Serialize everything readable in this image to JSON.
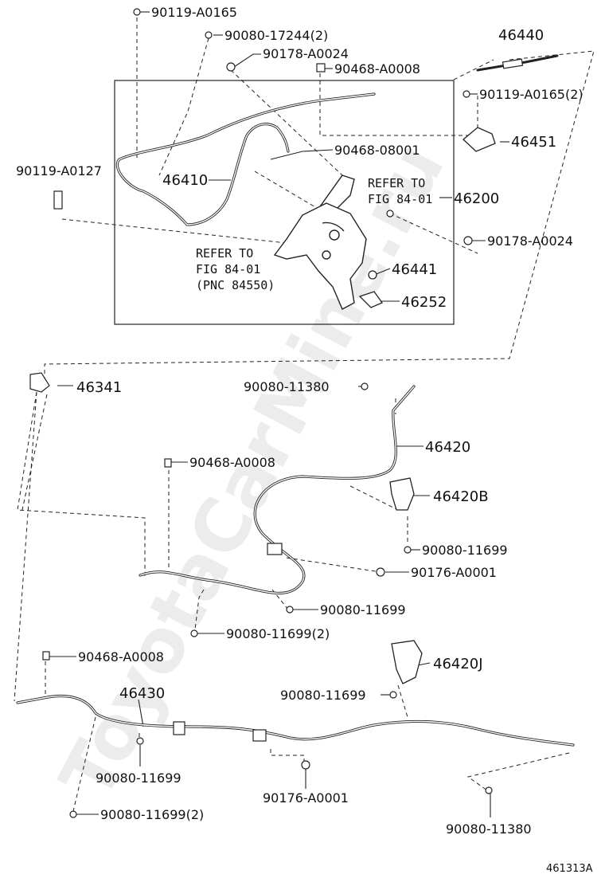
{
  "watermark": "ToyotaCarMine.ru",
  "figure_id": "461313A",
  "parts": {
    "p90119_a0165": "90119-A0165",
    "p90080_17244_2": "90080-17244(2)",
    "p90178_a0024_top": "90178-A0024",
    "p90468_a0008_top": "90468-A0008",
    "p46440": "46440",
    "p90119_a0165_2": "90119-A0165(2)",
    "p46451": "46451",
    "p90468_08001": "90468-08001",
    "p46410": "46410",
    "p46200": "46200",
    "p90119_a0127": "90119-A0127",
    "p90178_a0024_right": "90178-A0024",
    "p46441": "46441",
    "p46252": "46252",
    "p46341": "46341",
    "p90080_11380_top": "90080-11380",
    "p46420": "46420",
    "p90468_a0008_mid": "90468-A0008",
    "p46420b": "46420B",
    "p90080_11699_a": "90080-11699",
    "p90176_a0001_a": "90176-A0001",
    "p90080_11699_b": "90080-11699",
    "p90080_11699_2_a": "90080-11699(2)",
    "p90468_a0008_low": "90468-A0008",
    "p46420j": "46420J",
    "p46430": "46430",
    "p90080_11699_c": "90080-11699",
    "p90080_11699_d": "90080-11699",
    "p90176_a0001_b": "90176-A0001",
    "p90080_11699_2_b": "90080-11699(2)",
    "p90080_11380_low": "90080-11380"
  },
  "notes": {
    "refer_right_1": "REFER TO",
    "refer_right_2": "FIG 84-01",
    "refer_left_1": "REFER TO",
    "refer_left_2": "FIG 84-01",
    "refer_left_3": "(PNC 84550)"
  }
}
